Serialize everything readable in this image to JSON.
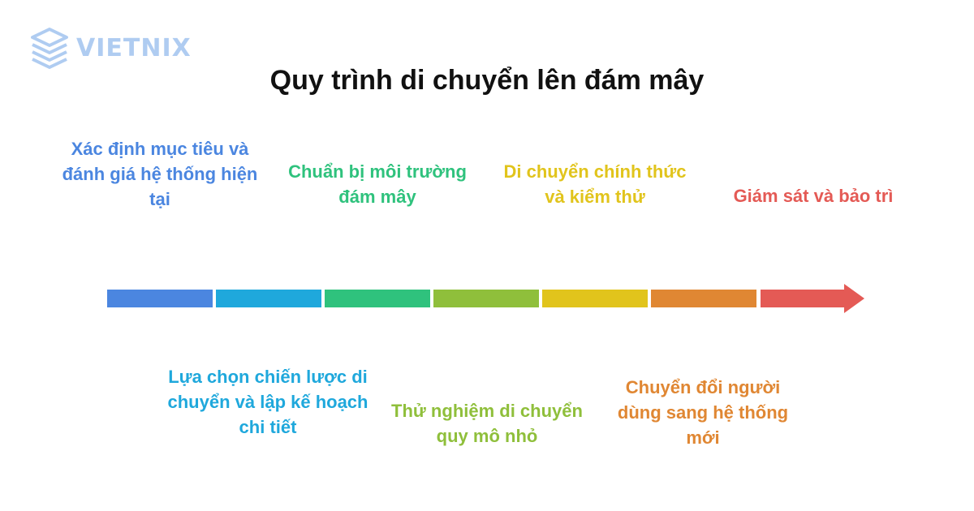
{
  "brand": {
    "name": "VIETNIX"
  },
  "title": "Quy trình di chuyển lên đám mây",
  "steps": [
    {
      "label": "Xác định mục tiêu và đánh giá hệ thống hiện tại",
      "color": "#4b86e0",
      "position": "top"
    },
    {
      "label": "Lựa chọn chiến lược di chuyển và lập kế hoạch chi tiết",
      "color": "#1fa8dc",
      "position": "bottom"
    },
    {
      "label": "Chuẩn bị môi trường đám mây",
      "color": "#2fc27d",
      "position": "top"
    },
    {
      "label": "Thử nghiệm di chuyển quy mô nhỏ",
      "color": "#8fbf3b",
      "position": "bottom"
    },
    {
      "label": "Di chuyển chính thức và kiểm thử",
      "color": "#e1c41c",
      "position": "top"
    },
    {
      "label": "Chuyển đổi người dùng sang hệ thống mới",
      "color": "#e08733",
      "position": "bottom"
    },
    {
      "label": "Giám sát và bảo trì",
      "color": "#e45a55",
      "position": "top"
    }
  ]
}
